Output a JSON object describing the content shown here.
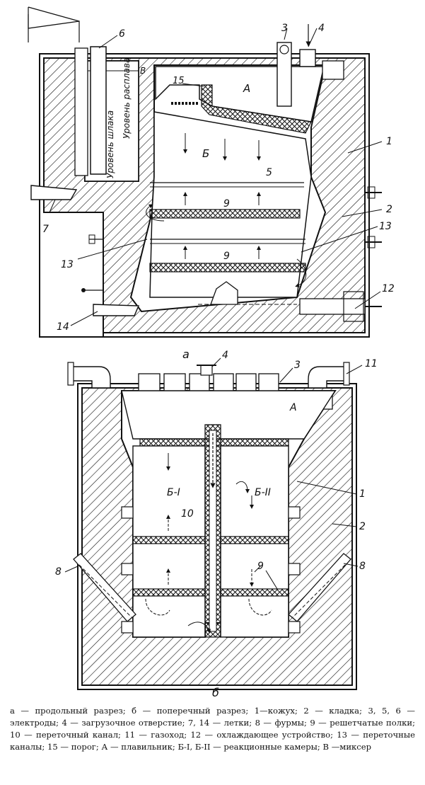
{
  "labels_a": {
    "n1": "1",
    "n2": "2",
    "n3": "3",
    "n4": "4",
    "n5": "5",
    "n6": "6",
    "n7": "7",
    "n9_top": "9",
    "n9_bot": "9",
    "n12": "12",
    "n13_left": "13",
    "n13_right": "13",
    "n14": "14",
    "n15": "15",
    "A": "А",
    "B": "Б",
    "V": "В",
    "melt_level": "Уровень расплава",
    "slag_level": "Уровень шлака",
    "caption": "а"
  },
  "labels_b": {
    "n1": "1",
    "n2": "2",
    "n3": "3",
    "n4": "4",
    "n8_left": "8",
    "n8_right": "8",
    "n9": "9",
    "n10": "10",
    "n11": "11",
    "A": "А",
    "B1": "Б-I",
    "B2": "Б-II",
    "caption": "б"
  },
  "legend": "а — продольный разрез; б — поперечный разрез; 1—кожух; 2 — кладка; 3, 5, 6 — электроды; 4 — загрузочное отверстие; 7, 14 — летки; 8 — фурмы; 9 — решетчатые полки; 10 — переточный канал; 11 — газоход; 12 — охлаждающее устройство; 13 — переточные каналы; 15 — порог; А — плавильник; Б-I, Б-II — реакционные камеры; В —миксер",
  "colors": {
    "ink": "#111111",
    "background": "#ffffff"
  }
}
